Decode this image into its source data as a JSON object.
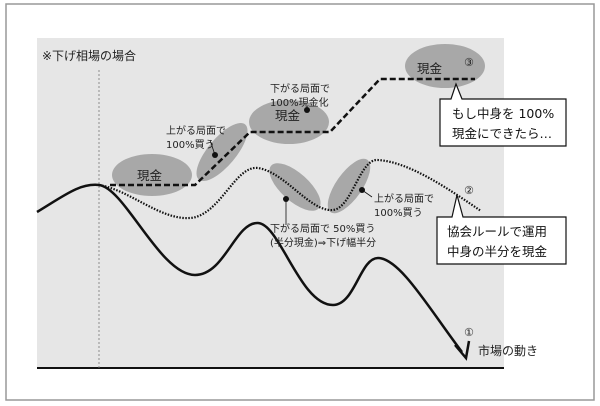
{
  "title": "※下げ相場の場合",
  "cash_label": "現金",
  "annotations": {
    "up_buy_1": [
      "上がる局面で",
      "100%買う"
    ],
    "down_cash": [
      "下がる局面で",
      "100%現金化"
    ],
    "down_half": [
      "下がる局面で 50%買う",
      "(半分現金)⇒下げ幅半分"
    ],
    "up_buy_2": [
      "上がる局面で",
      "100%買う"
    ]
  },
  "callouts": {
    "full_cash": [
      "もし中身を 100%",
      "現金にできたら…"
    ],
    "half_cash": [
      "協会ルールで運用",
      "中身の半分を現金"
    ]
  },
  "series": [
    {
      "marker": "①",
      "label": "市場の動き",
      "style": "solid"
    },
    {
      "marker": "②",
      "label": "",
      "style": "dotted"
    },
    {
      "marker": "③",
      "label": "",
      "style": "dashed"
    }
  ],
  "colors": {
    "panel": "#e6e6e6",
    "ellipse": "#a8a8a8",
    "line": "#111111",
    "frame": "#999999"
  }
}
